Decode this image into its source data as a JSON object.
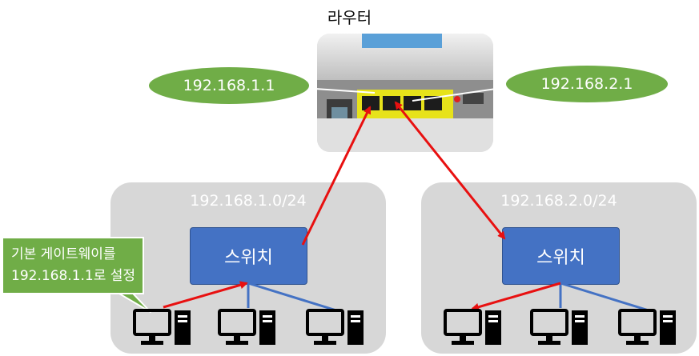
{
  "router": {
    "title": "라우터",
    "port1_ip": "192.168.1.1",
    "port2_ip": "192.168.2.1"
  },
  "left_network": {
    "subnet": "192.168.1.0/24",
    "switch_label": "스위치"
  },
  "right_network": {
    "subnet": "192.168.2.0/24",
    "switch_label": "스위치"
  },
  "callout": {
    "line1": "기본 게이트웨이를",
    "line2": "192.168.1.1로 설정"
  },
  "colors": {
    "subnet_box": "#d7d7d7",
    "switch": "#4472c4",
    "ip_oval": "#70ad47",
    "arrow": "#e81010",
    "link": "#4472c4"
  }
}
